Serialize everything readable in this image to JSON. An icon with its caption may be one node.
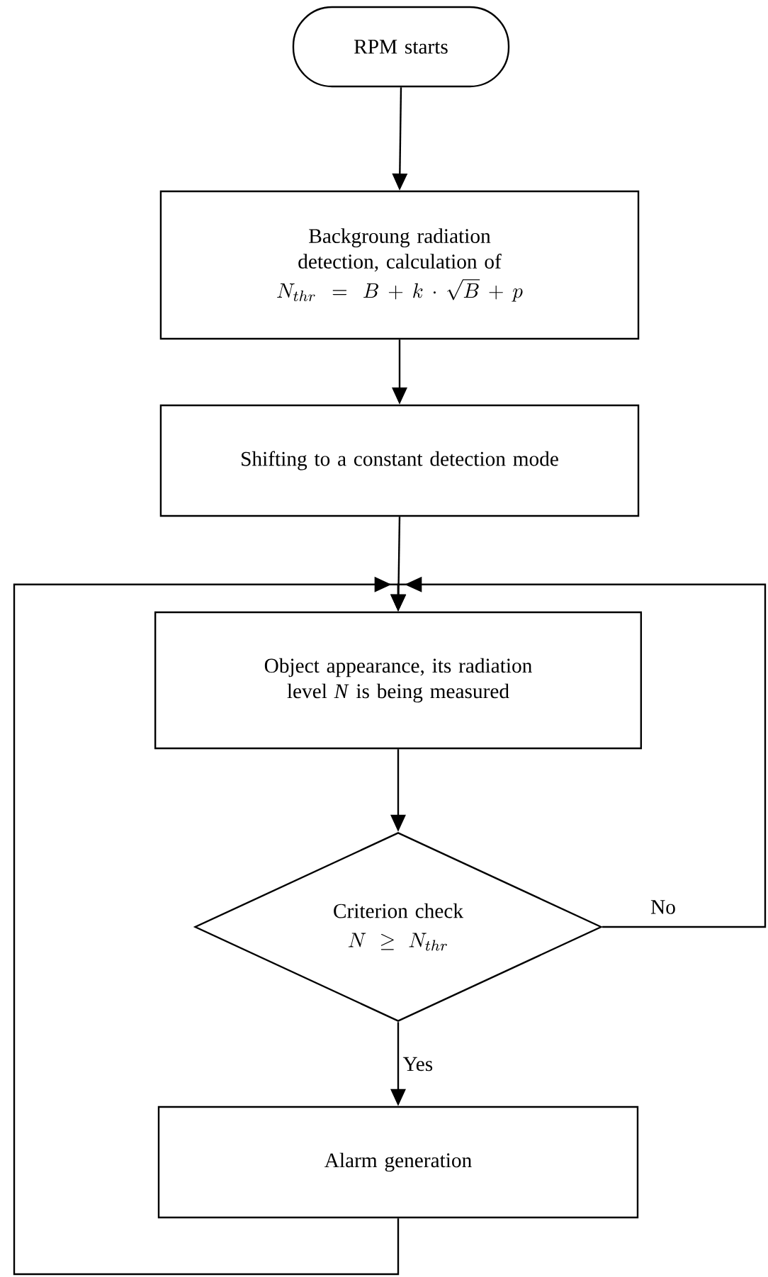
{
  "diagram": {
    "nodes": [
      {
        "text": [
          "RPM starts"
        ]
      },
      {
        "text": [
          "Backgroung radiation detection, calculation of",
          "N_{thr} = B + k \\cdot \\sqrt{B} + p"
        ]
      },
      {
        "text": [
          "Shifting to a constant detection mode"
        ]
      },
      {
        "text": [
          "Object appearance, its radiation level *N* is being measured"
        ]
      },
      {
        "text": [
          "Criterion check",
          "N \\geq N_{thr}"
        ]
      },
      {
        "text": [
          "Alarm generation"
        ]
      }
    ],
    "edges": [
      {
        "from": 0,
        "to": 1,
        "arrow": "to"
      },
      {
        "from": 1,
        "to": 2,
        "arrow": "to"
      },
      {
        "from": 2,
        "to": 3,
        "arrow": "to"
      },
      {
        "from": 3,
        "to": 4,
        "arrow": "to"
      },
      {
        "from": 4,
        "to": 3,
        "arrow": "to",
        "label": "No"
      },
      {
        "from": 4,
        "to": 5,
        "arrow": "to",
        "label": "Yes"
      },
      {
        "from": 5,
        "to": 3,
        "arrow": "to"
      }
    ]
  }
}
